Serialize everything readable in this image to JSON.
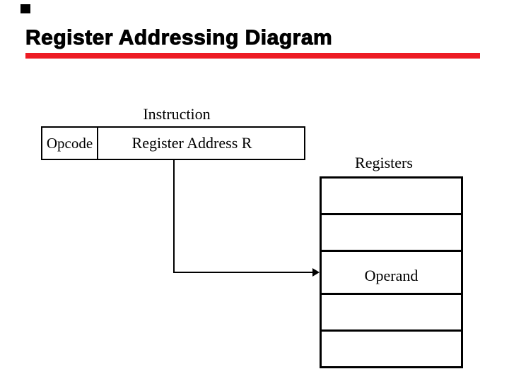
{
  "slide": {
    "title": "Register Addressing Diagram",
    "title_underline_color": "#ED1C24",
    "background_color": "#FFFFFF",
    "text_color": "#000000"
  },
  "diagram": {
    "instruction_label": "Instruction",
    "instruction_fields": [
      {
        "label": "Opcode"
      },
      {
        "label": "Register Address R"
      }
    ],
    "registers_label": "Registers",
    "register_cells": [
      "",
      "",
      "Operand",
      "",
      ""
    ]
  }
}
